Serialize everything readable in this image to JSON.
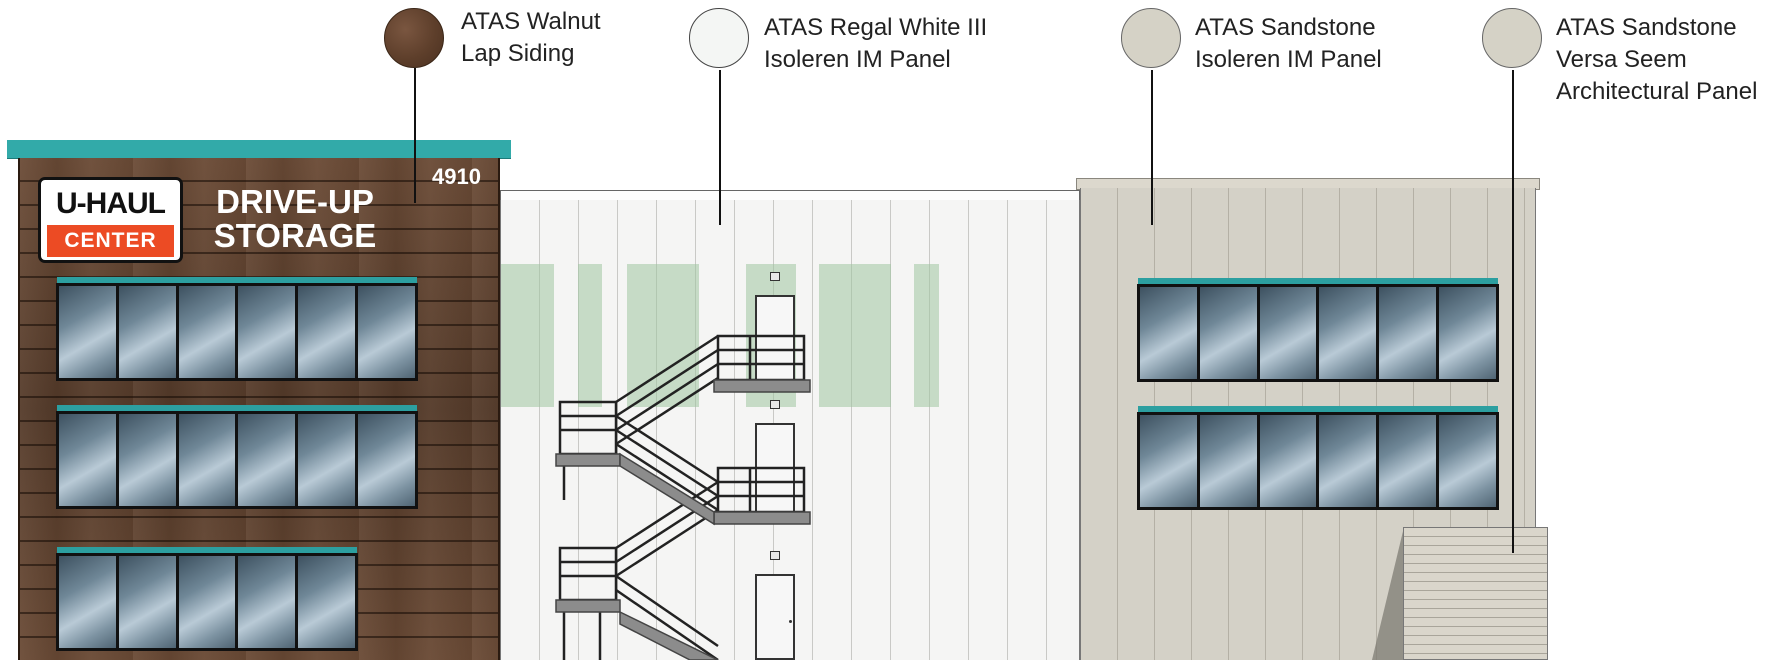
{
  "callouts": [
    {
      "id": "walnut",
      "line1": "ATAS Walnut",
      "line2": "Lap Siding",
      "line3": "",
      "swatch_color": "#5e3f2b"
    },
    {
      "id": "regal-white",
      "line1": "ATAS Regal White III",
      "line2": "Isoleren IM Panel",
      "line3": "",
      "swatch_color": "#f4f6f4"
    },
    {
      "id": "sandstone-isoleren",
      "line1": "ATAS Sandstone",
      "line2": "Isoleren IM Panel",
      "line3": "",
      "swatch_color": "#d5d2c6"
    },
    {
      "id": "sandstone-versa",
      "line1": "ATAS Sandstone",
      "line2": "Versa Seem",
      "line3": "Architectural Panel",
      "swatch_color": "#d5d2c6"
    }
  ],
  "signage": {
    "logo_top": "U-HAUL",
    "logo_bottom": "CENTER",
    "line1": "DRIVE-UP",
    "line2": "STORAGE",
    "address": "4910"
  },
  "colors": {
    "roof_teal": "#32aaa9",
    "window_cap_teal": "#2c9fa0",
    "uhaul_orange": "#ec4b24",
    "wood_brown": "#5e4230",
    "white_panel": "#f5f5f4",
    "sandstone_panel": "#d4d1c7",
    "green_graphic": "#9fc4a0"
  }
}
